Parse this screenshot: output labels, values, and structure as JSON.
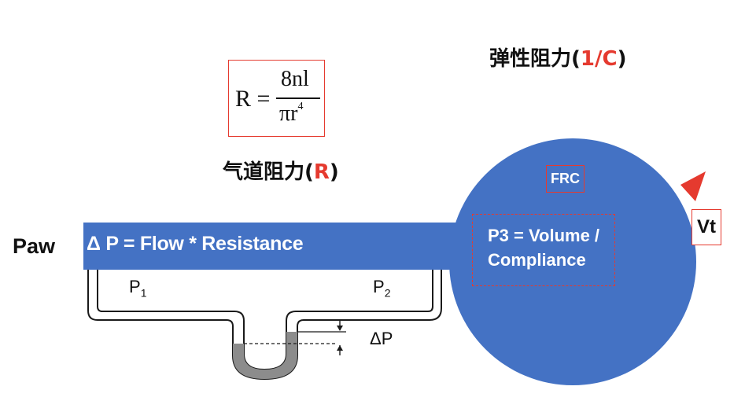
{
  "formula": {
    "lhs": "R =",
    "numerator": "8nl",
    "denominator_base": "πr",
    "denominator_exp": "4"
  },
  "airway_resistance": {
    "text": "气道阻力(",
    "symbol": "R",
    "close": ")"
  },
  "elastic_resistance": {
    "text": "弹性阻力(",
    "symbol": "1/C",
    "close": ")"
  },
  "paw_label": "Paw",
  "tube_equation": "Δ P = Flow * Resistance",
  "manometer": {
    "p1_base": "P",
    "p1_sub": "1",
    "p2_base": "P",
    "p2_sub": "2",
    "delta_label": "ΔP"
  },
  "lung": {
    "frc_label": "FRC",
    "p3_line1": "P3 = Volume /",
    "p3_line2": "Compliance",
    "vt_label": "Vt"
  },
  "colors": {
    "blue": "#4472c4",
    "red": "#e53a2f",
    "black": "#111111",
    "gray": "#8c8c8c"
  }
}
